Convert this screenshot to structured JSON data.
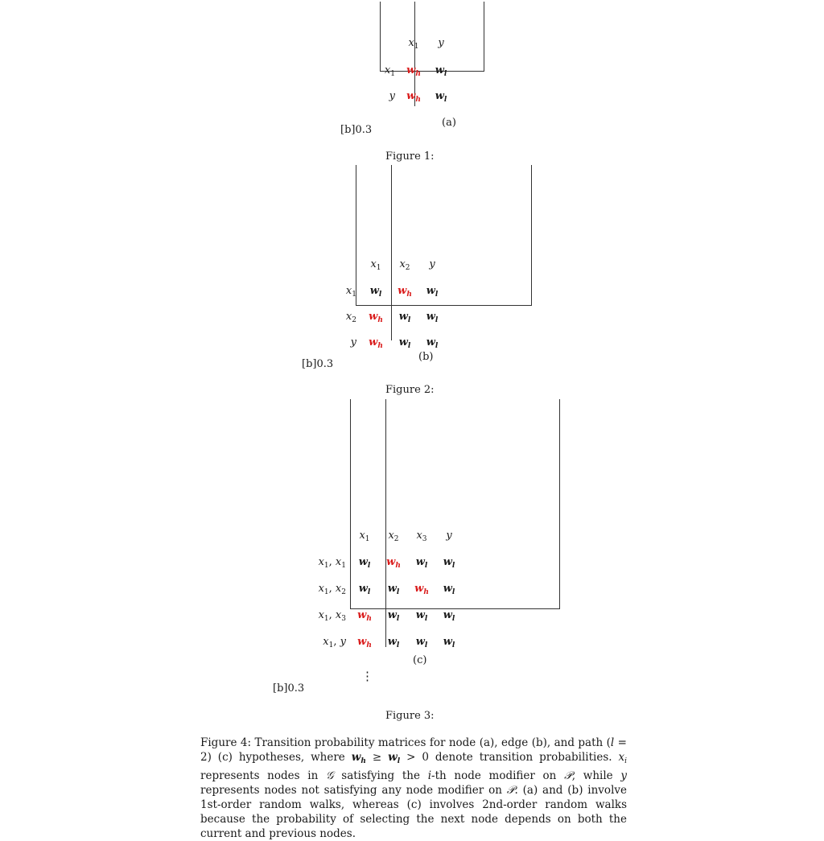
{
  "subfig_a": {
    "columns": [
      "x1",
      "y"
    ],
    "rows": [
      {
        "label": "x1",
        "cells": [
          {
            "v": "wh",
            "hi": true
          },
          {
            "v": "wl",
            "hi": false
          }
        ]
      },
      {
        "label": "y",
        "cells": [
          {
            "v": "wh",
            "hi": true
          },
          {
            "v": "wl",
            "hi": false
          }
        ]
      }
    ],
    "sublabel": "(a)",
    "width_spec": "[b]0.3",
    "figure_label": "Figure 1:"
  },
  "subfig_b": {
    "columns": [
      "x1",
      "x2",
      "y"
    ],
    "rows": [
      {
        "label": "x1",
        "cells": [
          {
            "v": "wl",
            "hi": false
          },
          {
            "v": "wh",
            "hi": true
          },
          {
            "v": "wl",
            "hi": false
          }
        ]
      },
      {
        "label": "x2",
        "cells": [
          {
            "v": "wh",
            "hi": true
          },
          {
            "v": "wl",
            "hi": false
          },
          {
            "v": "wl",
            "hi": false
          }
        ]
      },
      {
        "label": "y",
        "cells": [
          {
            "v": "wh",
            "hi": true
          },
          {
            "v": "wl",
            "hi": false
          },
          {
            "v": "wl",
            "hi": false
          }
        ]
      }
    ],
    "sublabel": "(b)",
    "width_spec": "[b]0.3",
    "figure_label": "Figure 2:"
  },
  "subfig_c": {
    "columns": [
      "x1",
      "x2",
      "x3",
      "y"
    ],
    "rows": [
      {
        "label": "x1, x1",
        "cells": [
          {
            "v": "wl",
            "hi": false
          },
          {
            "v": "wh",
            "hi": true
          },
          {
            "v": "wl",
            "hi": false
          },
          {
            "v": "wl",
            "hi": false
          }
        ]
      },
      {
        "label": "x1, x2",
        "cells": [
          {
            "v": "wl",
            "hi": false
          },
          {
            "v": "wl",
            "hi": false
          },
          {
            "v": "wh",
            "hi": true
          },
          {
            "v": "wl",
            "hi": false
          }
        ]
      },
      {
        "label": "x1, x3",
        "cells": [
          {
            "v": "wh",
            "hi": true
          },
          {
            "v": "wl",
            "hi": false
          },
          {
            "v": "wl",
            "hi": false
          },
          {
            "v": "wl",
            "hi": false
          }
        ]
      },
      {
        "label": "x1, y",
        "cells": [
          {
            "v": "wh",
            "hi": true
          },
          {
            "v": "wl",
            "hi": false
          },
          {
            "v": "wl",
            "hi": false
          },
          {
            "v": "wl",
            "hi": false
          }
        ]
      }
    ],
    "vdots": "⋮",
    "sublabel": "(c)",
    "width_spec": "[b]0.3",
    "figure_label": "Figure 3:"
  },
  "caption": {
    "p1": "Figure 4: Transition probability matrices for node (a), edge (b), and path (",
    "p1b": " = 2) (c) hypotheses, where ",
    "p2": " denote transition probabilities. ",
    "p3": " represents nodes in ",
    "p4": " satisfying the ",
    "p5": "-th node modifier on ",
    "p6": ", while ",
    "p7": " represents nodes not satisfying any node modifier on ",
    "p8": ". (a) and (b) involve 1st-order random walks, whereas (c) involves 2nd-order random walks because the probability of selecting the next node depends on both the current and previous nodes.",
    "sym_l": "l",
    "sym_ge": "≥",
    "sym_gt": "> 0",
    "sym_xi": "x",
    "sym_i": "i",
    "sym_G": "𝒢",
    "sym_P": "𝒫",
    "sym_y": "y"
  },
  "colors": {
    "highlight": "#d91a1a",
    "text": "#1a1a1a",
    "rule": "#333333"
  }
}
